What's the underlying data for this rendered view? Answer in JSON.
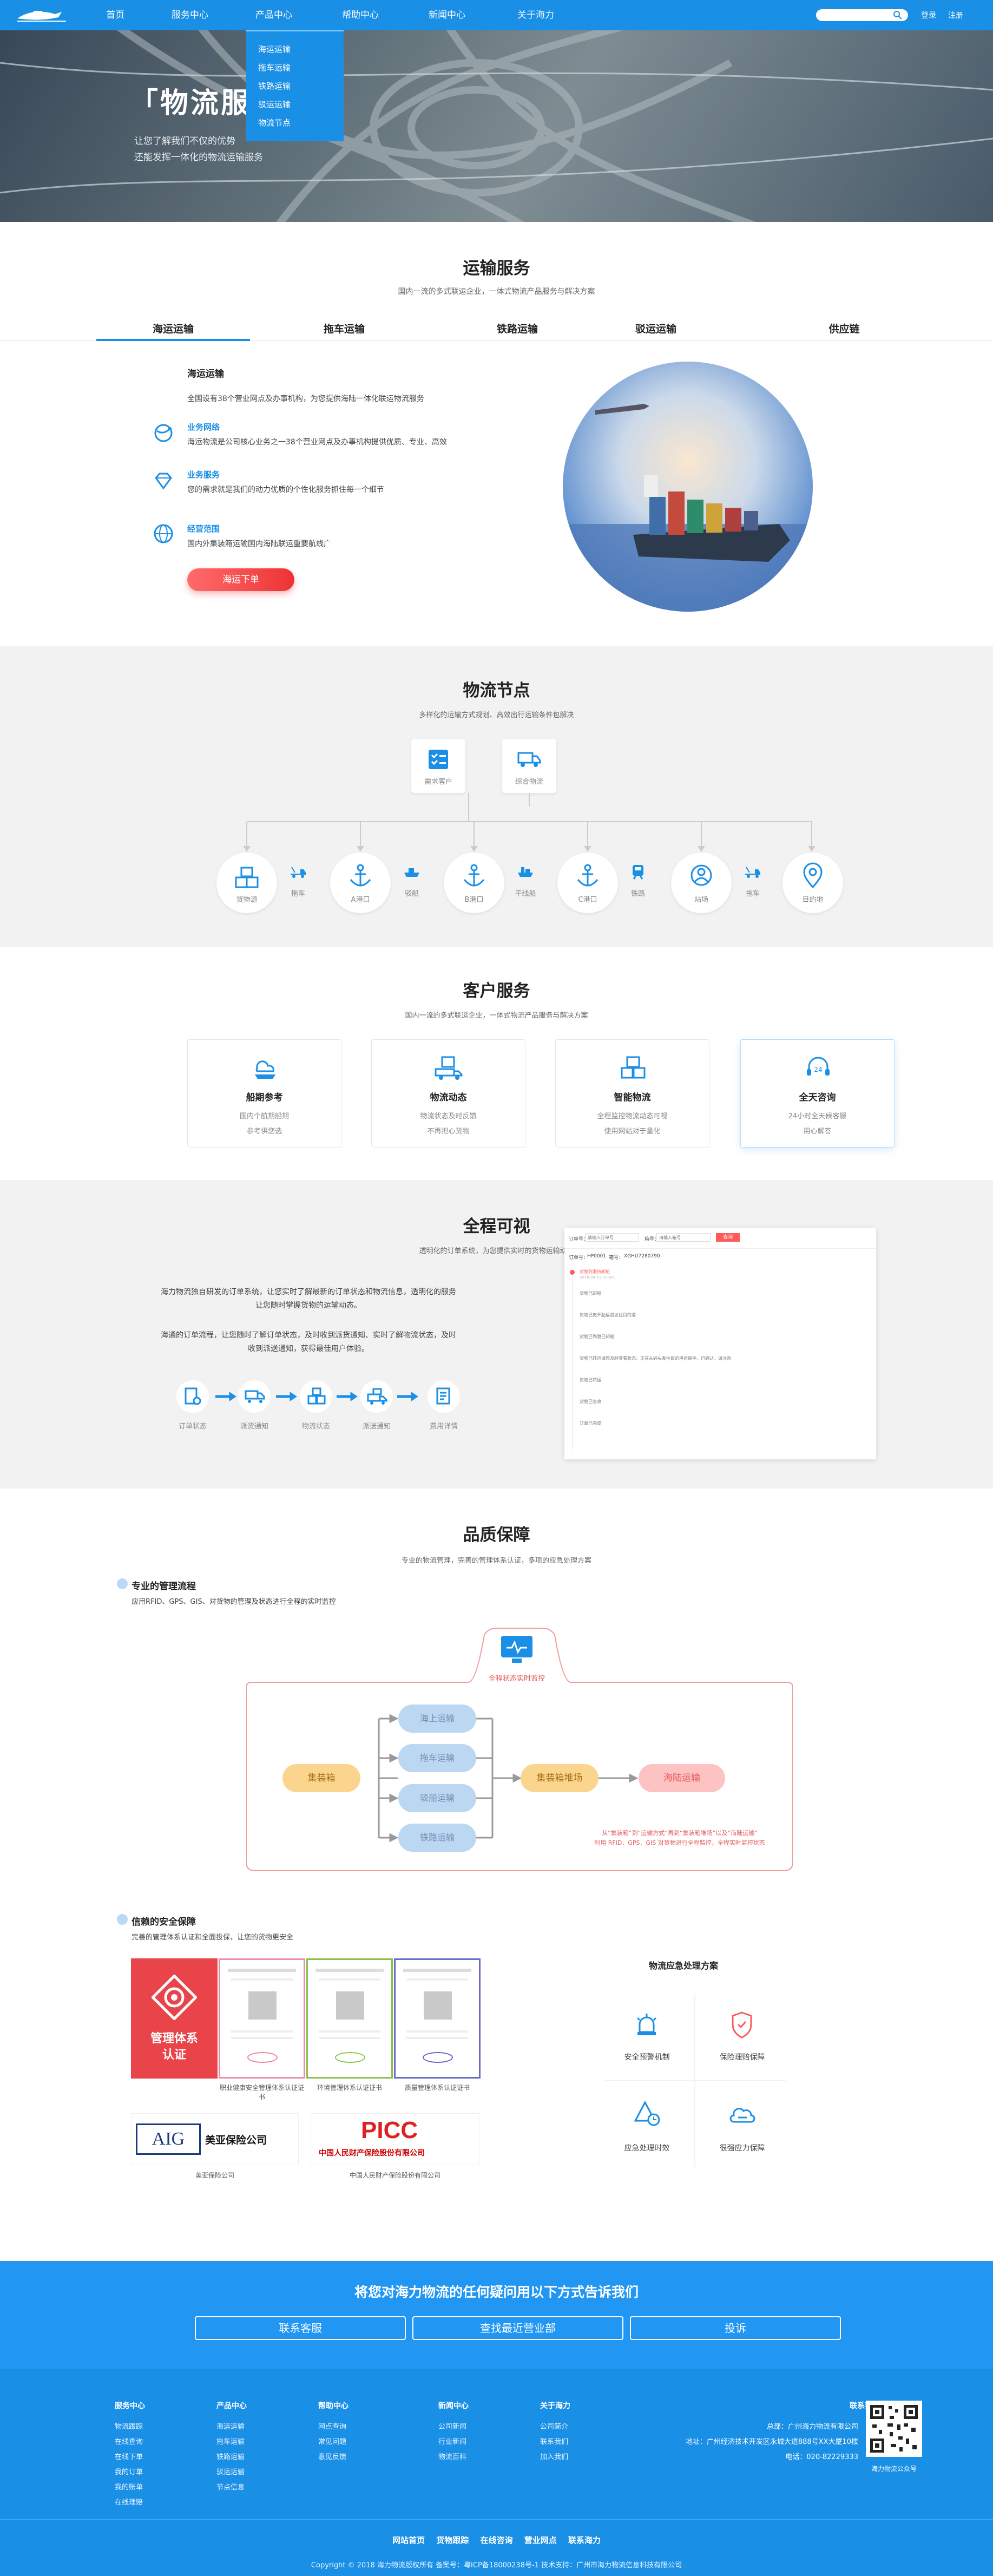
{
  "nav": {
    "items": [
      "首页",
      "服务中心",
      "产品中心",
      "帮助中心",
      "新闻中心",
      "关于海力"
    ],
    "search_placeholder": "",
    "links": [
      "登录",
      "注册"
    ]
  },
  "dropdown": [
    "海运运输",
    "拖车运输",
    "铁路运输",
    "驳运运输",
    "物流节点"
  ],
  "hero": {
    "title": "「物流服务」",
    "sub1": "让您了解我们不仅的优势",
    "sub2": "还能发挥一体化的物流运输服务"
  },
  "transport": {
    "title": "运输服务",
    "subtitle": "国内一流的多式联运企业，一体式物流产品服务与解决方案",
    "tabs": [
      "海运运输",
      "拖车运输",
      "铁路运输",
      "驳运运输",
      "供应链"
    ],
    "panel_title": "海运运输",
    "panel_desc": "全国设有38个营业网点及办事机构，为您提供海陆一体化联运物流服务",
    "features": [
      {
        "icon": "globe-network-icon",
        "title": "业务网络",
        "text": "海运物流是公司核心业务之一38个营业网点及办事机构提供优质、专业、高效"
      },
      {
        "icon": "diamond-icon",
        "title": "业务服务",
        "text": "您的需求就是我们的动力优质的个性化服务抓住每一个细节"
      },
      {
        "icon": "globe-icon",
        "title": "经营范围",
        "text": "国内外集装箱运输国内海陆联运重要航线广"
      }
    ],
    "button": "海运下单"
  },
  "nodes": {
    "title": "物流节点",
    "subtitle": "多样化的运输方式规划、高效出行运输条件包解决",
    "top": [
      "需求客户",
      "综合物流"
    ],
    "bottom": [
      "货物源",
      "拖车",
      "A港口",
      "驳船",
      "B港口",
      "干线船",
      "C港口",
      "铁路",
      "站场",
      "拖车",
      "目的地"
    ]
  },
  "customer": {
    "title": "客户服务",
    "subtitle": "国内一流的多式联运企业，一体式物流产品服务与解决方案",
    "cards": [
      {
        "icon": "ship-cloud-icon",
        "title": "船期参考",
        "l1": "国内个航期船期",
        "l2": "参考供您选"
      },
      {
        "icon": "truck-box-icon",
        "title": "物流动态",
        "l1": "物流状态及时反馈",
        "l2": "不再担心货物"
      },
      {
        "icon": "box-stack-icon",
        "title": "智能物流",
        "l1": "全程监控物流动态可视",
        "l2": "使用网站对于量化"
      },
      {
        "icon": "headset-24-icon",
        "title": "全天咨询",
        "l1": "24小时全天候客服",
        "l2": "用心解答"
      }
    ]
  },
  "visibility": {
    "title": "全程可视",
    "subtitle": "透明化的订单系统，为您提供实时的货物运输动态",
    "p1a": "海力物流独自研发的订单系统，让您实时了解最新的订单状态和物流信息，透明化的服务",
    "p1b": "让您随时掌握货物的运输动态。",
    "p2a": "海通的订单流程，让您随时了解订单状态，及时收到派货通知、实时了解物流状态，及时",
    "p2b": "收到派送通知，获得最佳用户体验。",
    "steps": [
      "订单状态",
      "派货通知",
      "物流状态",
      "派送通知",
      "费用详情"
    ],
    "panel": {
      "field1": "订单号：",
      "field1_ph": "请输入订单号",
      "field2": "箱号：",
      "field2_ph": "请输入箱号",
      "btn": "查询",
      "order_label": "订单号：",
      "order_no": "HP0001",
      "box_label": "箱号：",
      "box_no": "XGHU7280790",
      "items": [
        "货物到港待卸船",
        "货物已卸船",
        "货物已离开起运港发往目的港",
        "货物已到港已卸船",
        "货物已转运请您及时查看状态：正在从码头发往目的港运输中，已确认，请注意",
        "货物已转运",
        "货物已签收",
        "订单已完成"
      ]
    }
  },
  "quality": {
    "title": "品质保障",
    "subtitle": "专业的物流管理，完善的管理体系认证，多项的应急处理方案",
    "s1_title": "专业的管理流程",
    "s1_text": "应用RFID、GPS、GIS、对货物的管理及状态进行全程的实时监控",
    "monitor_label": "全程状态实时监控",
    "flow": {
      "start": "集装箱",
      "modes": [
        "海上运输",
        "拖车运输",
        "驳船运输",
        "铁路运输"
      ],
      "mid": "集装箱堆场",
      "end": "海陆运输",
      "note1": "从“集装箱”到“运输方式”再到“集装箱堆场”以及“海陆运输”",
      "note2": "利用 RFID、GPS、GIS 对货物进行全程监控，全程实时监控状态"
    },
    "s2_title": "信赖的安全保障",
    "s2_text": "完善的管理体系认证和全面投保，让您的货物更安全",
    "cert_main": [
      "管理体系",
      "认证"
    ],
    "certs": [
      "职业健康安全管理体系认证证书",
      "环境管理体系认证证书",
      "质量管理体系认证证书"
    ],
    "insurers": [
      {
        "logo": "AIG",
        "name": "美亚保险公司",
        "caption": "美亚保险公司"
      },
      {
        "logo": "PICC",
        "name": "中国人民财产保险股份有限公司",
        "caption": "中国人民财产保险股份有限公司"
      }
    ],
    "emergency_title": "物流应急处理方案",
    "emergency": [
      {
        "icon": "alarm-icon",
        "label": "安全预警机制"
      },
      {
        "icon": "shield-icon",
        "label": "保险理赔保障"
      },
      {
        "icon": "triangle-clock-icon",
        "label": "应急处理时效"
      },
      {
        "icon": "phone-cloud-icon",
        "label": "很强应力保障"
      }
    ]
  },
  "feedback": {
    "title": "将您对海力物流的任何疑问用以下方式告诉我们",
    "buttons": [
      "联系客服",
      "查找最近营业部",
      "投诉"
    ]
  },
  "footer": {
    "cols": [
      {
        "head": "服务中心",
        "items": [
          "物流跟踪",
          "在线查询",
          "在线下单",
          "我的订单",
          "我的账单",
          "在线理赔"
        ]
      },
      {
        "head": "产品中心",
        "items": [
          "海运运输",
          "拖车运输",
          "铁路运输",
          "驳运运输",
          "节点信息"
        ]
      },
      {
        "head": "帮助中心",
        "items": [
          "网点查询",
          "常见问题",
          "意见反馈"
        ]
      },
      {
        "head": "新闻中心",
        "items": [
          "公司新闻",
          "行业新闻",
          "物流百科"
        ]
      },
      {
        "head": "关于海力",
        "items": [
          "公司简介",
          "联系我们",
          "加入我们"
        ]
      }
    ],
    "contact_head": "联系我们",
    "contact1": "总部：广州海力物流有限公司",
    "contact2": "地址：广州经济技术开发区永城大道888号XX大厦10楼",
    "contact3": "电话：020-82229333",
    "qr_caption": "海力物流公众号",
    "bottom_links": "网站首页 货物跟踪 在线咨询 营业网点 联系海力",
    "copyright": "Copyright © 2018 海力物流版权所有    备案号：粤ICP备18000238号-1    技术支持：广州市海力物流信息科技有限公司"
  }
}
